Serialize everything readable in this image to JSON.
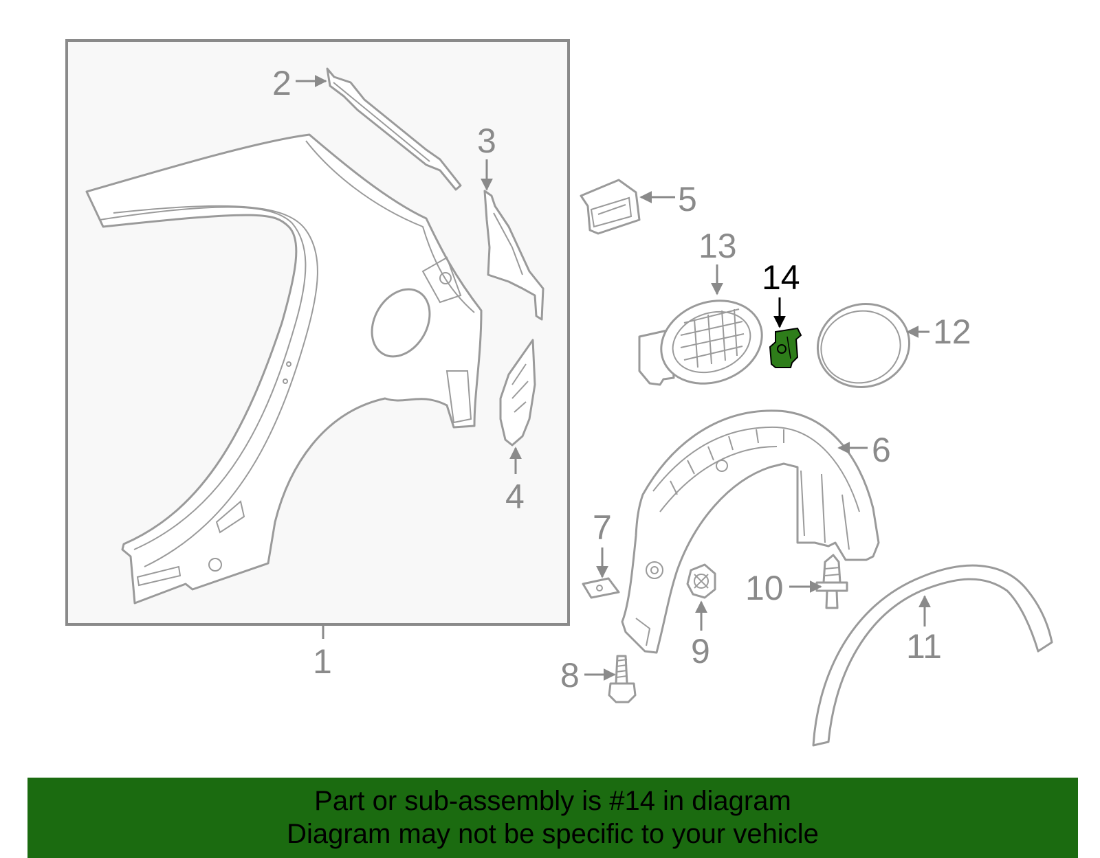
{
  "diagram": {
    "callouts": [
      {
        "id": "1",
        "label": "1"
      },
      {
        "id": "2",
        "label": "2"
      },
      {
        "id": "3",
        "label": "3"
      },
      {
        "id": "4",
        "label": "4"
      },
      {
        "id": "5",
        "label": "5"
      },
      {
        "id": "6",
        "label": "6"
      },
      {
        "id": "7",
        "label": "7"
      },
      {
        "id": "8",
        "label": "8"
      },
      {
        "id": "9",
        "label": "9"
      },
      {
        "id": "10",
        "label": "10"
      },
      {
        "id": "11",
        "label": "11"
      },
      {
        "id": "12",
        "label": "12"
      },
      {
        "id": "13",
        "label": "13"
      },
      {
        "id": "14",
        "label": "14"
      }
    ],
    "highlighted_part": "14",
    "colors": {
      "line": "#9a9a9a",
      "highlight_part": "#2e7d1a",
      "highlight_text": "#000000",
      "banner": "#1b6b10"
    }
  },
  "banner": {
    "line1": "Part or sub-assembly is #14 in diagram",
    "line2": "Diagram may not be specific to your vehicle"
  }
}
